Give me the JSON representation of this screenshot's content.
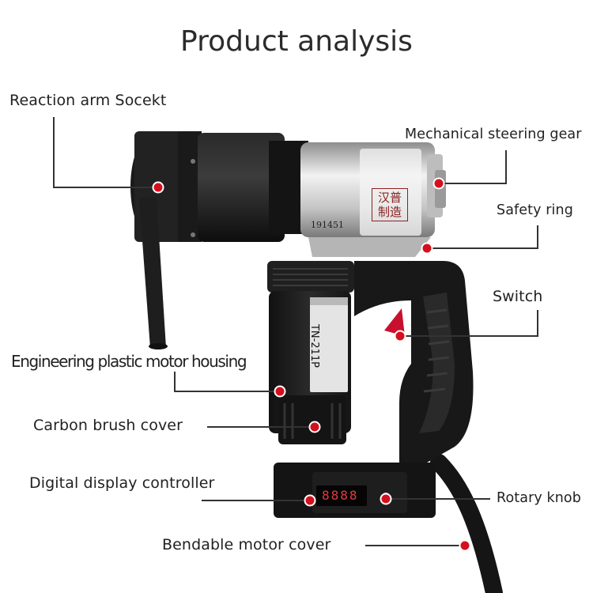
{
  "title": "Product analysis",
  "callouts": {
    "reaction_arm": "Reaction arm Socekt",
    "steering_gear": "Mechanical steering gear",
    "safety_ring": "Safety ring",
    "switch": "Switch",
    "motor_housing": "Engineering plastic motor housing",
    "brush_cover": "Carbon brush cover",
    "display_controller": "Digital display controller",
    "rotary_knob": "Rotary knob",
    "motor_cover": "Bendable motor cover"
  },
  "tool": {
    "serial": "191451",
    "model": "TN-211P",
    "brand_mark": "汉普制造",
    "display_readout": "8888"
  },
  "colors": {
    "marker": "#d4101e",
    "leader": "#333333",
    "body": "#1b1b1b",
    "metal": "#c9c9c9",
    "trigger": "#c8102e"
  }
}
